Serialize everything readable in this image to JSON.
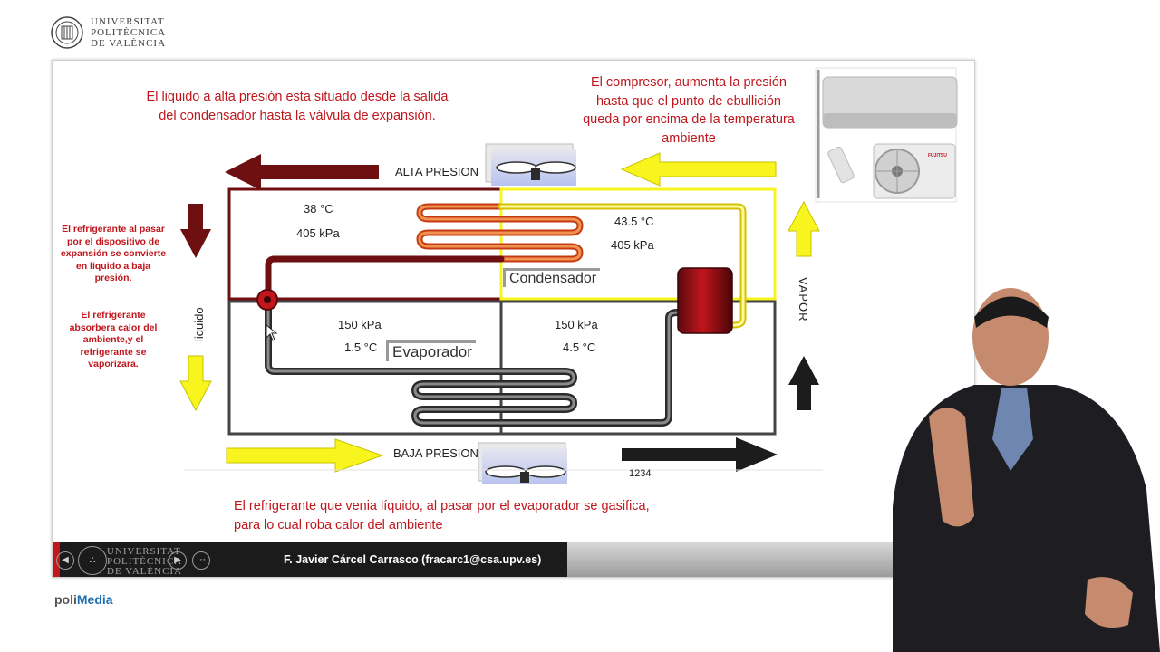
{
  "university": {
    "line1": "UNIVERSITAT",
    "line2": "POLITÈCNICA",
    "line3": "DE VALÈNCIA"
  },
  "slide": {
    "note_top_left": "El liquido a alta presión esta situado desde la salida del condensador  hasta la válvula de expansión.",
    "note_top_right": "El compresor, aumenta la presión hasta que el punto de ebullición queda  por encima de la temperatura ambiente",
    "note_bottom": "El refrigerante que venia líquido, al pasar por el evaporador se gasifica, para lo cual roba calor del ambiente",
    "side_note_1": "El refrigerante al pasar por el dispositivo de expansión se convierte en  liquido a baja presión.",
    "side_note_2": "El refrigerante absorbera  calor del ambiente,y el refrigerante se vaporizara.",
    "label_high": "ALTA PRESION",
    "label_low": "BAJA PRESION",
    "label_liquid": "liquido",
    "label_vapor": "VAPOR",
    "condenser_tag": "Condensador",
    "evaporator_tag": "Evaporador",
    "cond_left_temp": "38 °C",
    "cond_left_press": "405 kPa",
    "cond_right_temp": "43.5 °C",
    "cond_right_press": "405 kPa",
    "evap_left_press": "150 kPa",
    "evap_left_temp": "1.5 °C",
    "evap_right_press": "150 kPa",
    "evap_right_temp": "4.5 °C",
    "partial_label": "1234",
    "ac_brand": "FUJITSU"
  },
  "footer": {
    "author": "F. Javier Cárcel Carrasco (fracarc1@csa.upv.es)",
    "logo_line1": "UNIVERSITAT",
    "logo_line2": "POLITÈCNICA",
    "logo_line3": "DE VALÈNCIA"
  },
  "branding": {
    "poli": "poli",
    "media": "Media"
  },
  "colors": {
    "dark_red": "#6e0f12",
    "red": "#c0161c",
    "yellow": "#f7f51d",
    "dark": "#2b2b2b"
  }
}
